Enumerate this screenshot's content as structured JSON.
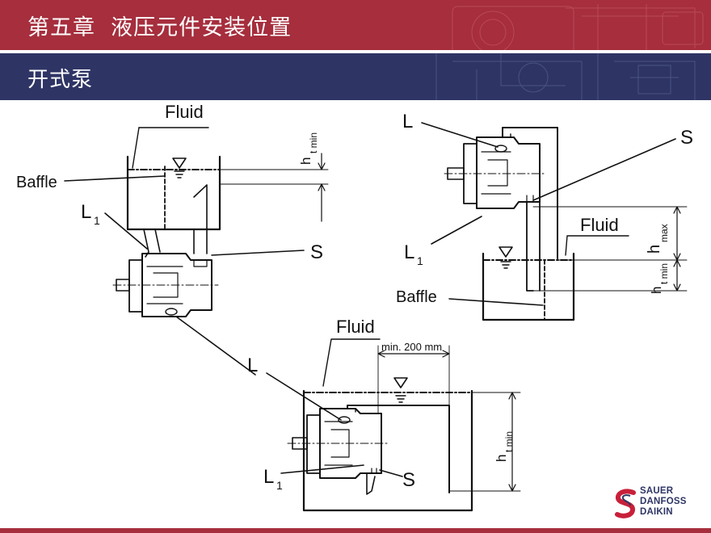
{
  "header": {
    "chapter_title": "第五章  液压元件安装位置",
    "section_title": "开式泵",
    "bg_colors": {
      "title_band": "#a62e3d",
      "subtitle_band": "#2e3565"
    }
  },
  "diagram": {
    "left": {
      "fluid": "Fluid",
      "baffle": "Baffle",
      "l1_main": "L",
      "l1_sub": "1",
      "s": "S",
      "l": "L",
      "ht_h": "h",
      "ht_sub": "t min"
    },
    "right": {
      "l": "L",
      "s": "S",
      "l1_main": "L",
      "l1_sub": "1",
      "fluid": "Fluid",
      "baffle": "Baffle",
      "hmax_h": "h",
      "hmax_sub": "max",
      "ht_h": "h",
      "ht_sub": "t min"
    },
    "bottom": {
      "fluid": "Fluid",
      "min_dist": "min. 200 mm",
      "l1_main": "L",
      "l1_sub": "1",
      "s": "S",
      "ht_h": "h",
      "ht_sub": "t min"
    }
  },
  "logo": {
    "line1": "SAUER",
    "line2": "DANFOSS",
    "line3": "DAIKIN",
    "icon": "sauer-danfoss-s-icon",
    "colors": {
      "red": "#c8203a",
      "navy": "#2e3565"
    }
  }
}
